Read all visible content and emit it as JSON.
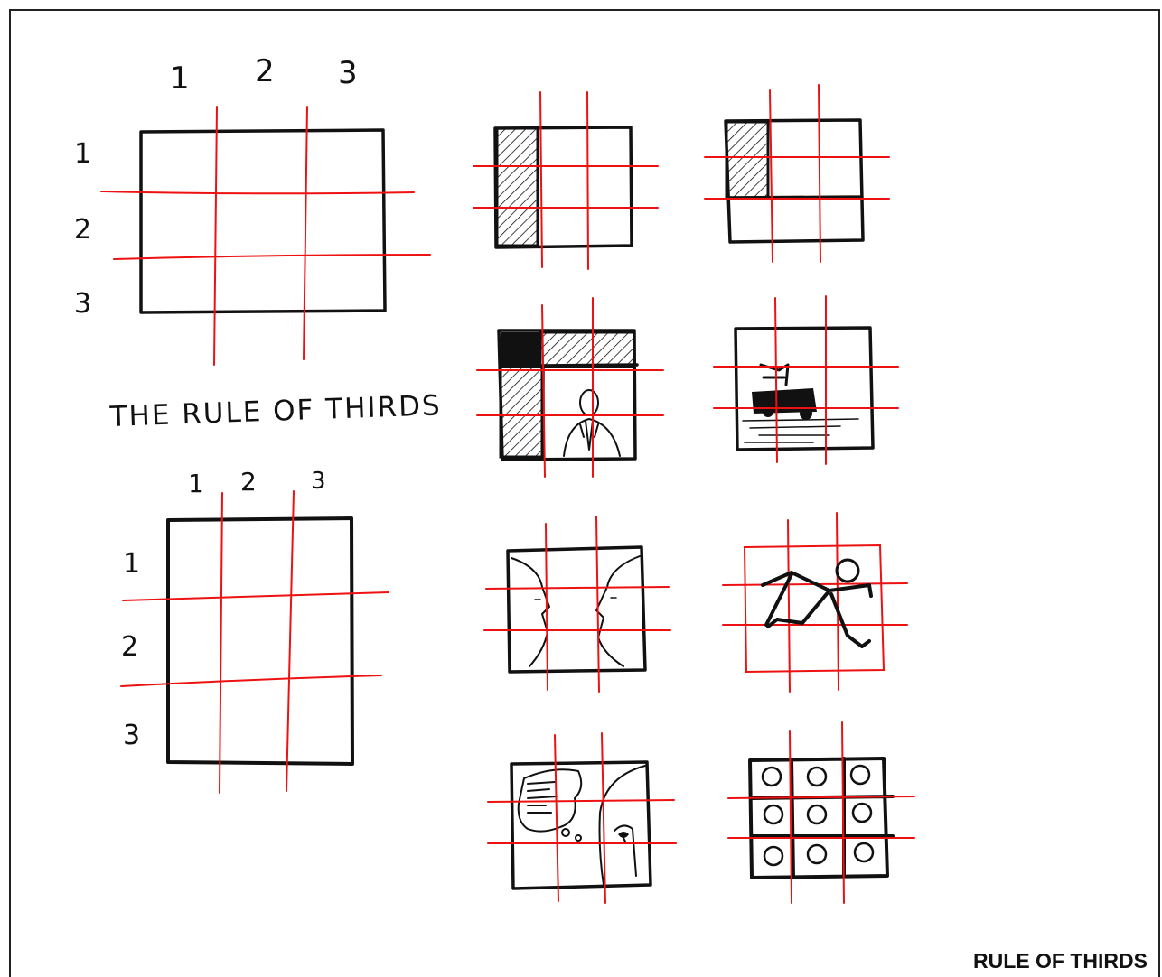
{
  "colors": {
    "grid": "#ee1111",
    "ink": "#111111",
    "border": "#222222"
  },
  "landscape_frame": {
    "column_numbers": [
      "1",
      "2",
      "3"
    ],
    "row_numbers": [
      "1",
      "2",
      "3"
    ]
  },
  "heading": "THE RULE OF THIRDS",
  "portrait_frame": {
    "column_numbers": [
      "1",
      "2",
      "3"
    ],
    "row_numbers": [
      "1",
      "2",
      "3"
    ]
  },
  "examples": [
    {
      "subject": "hatched-left-third-icon"
    },
    {
      "subject": "hatched-top-left-block-icon"
    },
    {
      "subject": "person-in-doorway-icon"
    },
    {
      "subject": "tractor-on-horizon-icon"
    },
    {
      "subject": "facing-profiles-icon"
    },
    {
      "subject": "running-figure-icon"
    },
    {
      "subject": "thinking-head-icon"
    },
    {
      "subject": "faces-grid-icon"
    }
  ],
  "caption": "RULE OF THIRDS"
}
